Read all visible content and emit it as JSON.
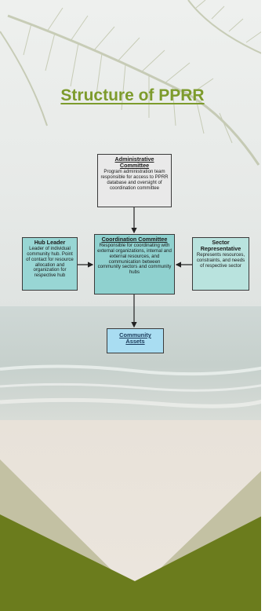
{
  "title": "Structure of PPRR",
  "nodes": {
    "admin": {
      "title": "Administrative Committee",
      "desc": "Program administration team responsible for access to PPRR database and oversight of coordination committee"
    },
    "coord": {
      "title": "Coordination Committee",
      "desc": "Responsible for coordinating with external organizations, internal and external resources, and communication between community sectors and community hubs"
    },
    "hub": {
      "title": "Hub Leader",
      "desc": "Leader of individual community hub. Point of contact for resource allocation and organization for respective hub"
    },
    "sector": {
      "title": "Sector Representative",
      "desc": "Represents resources, constraints, and needs of respective sector"
    },
    "assets": {
      "title": "Community Assets"
    }
  },
  "edges": [
    {
      "from": "Administrative Committee",
      "to": "Coordination Committee"
    },
    {
      "from": "Hub Leader",
      "to": "Coordination Committee"
    },
    {
      "from": "Sector Representative",
      "to": "Coordination Committee"
    },
    {
      "from": "Coordination Committee",
      "to": "Community Assets"
    }
  ],
  "colors": {
    "title": "#7d9b2c",
    "admin_fill": "#e9e9e9",
    "coord_fill": "#8fd1cf",
    "hub_fill": "#98d6d4",
    "sector_fill": "#b9e3de",
    "assets_fill": "#a9ddf2",
    "band_tan": "#c3c1a3",
    "band_green": "#6b7c1d"
  }
}
